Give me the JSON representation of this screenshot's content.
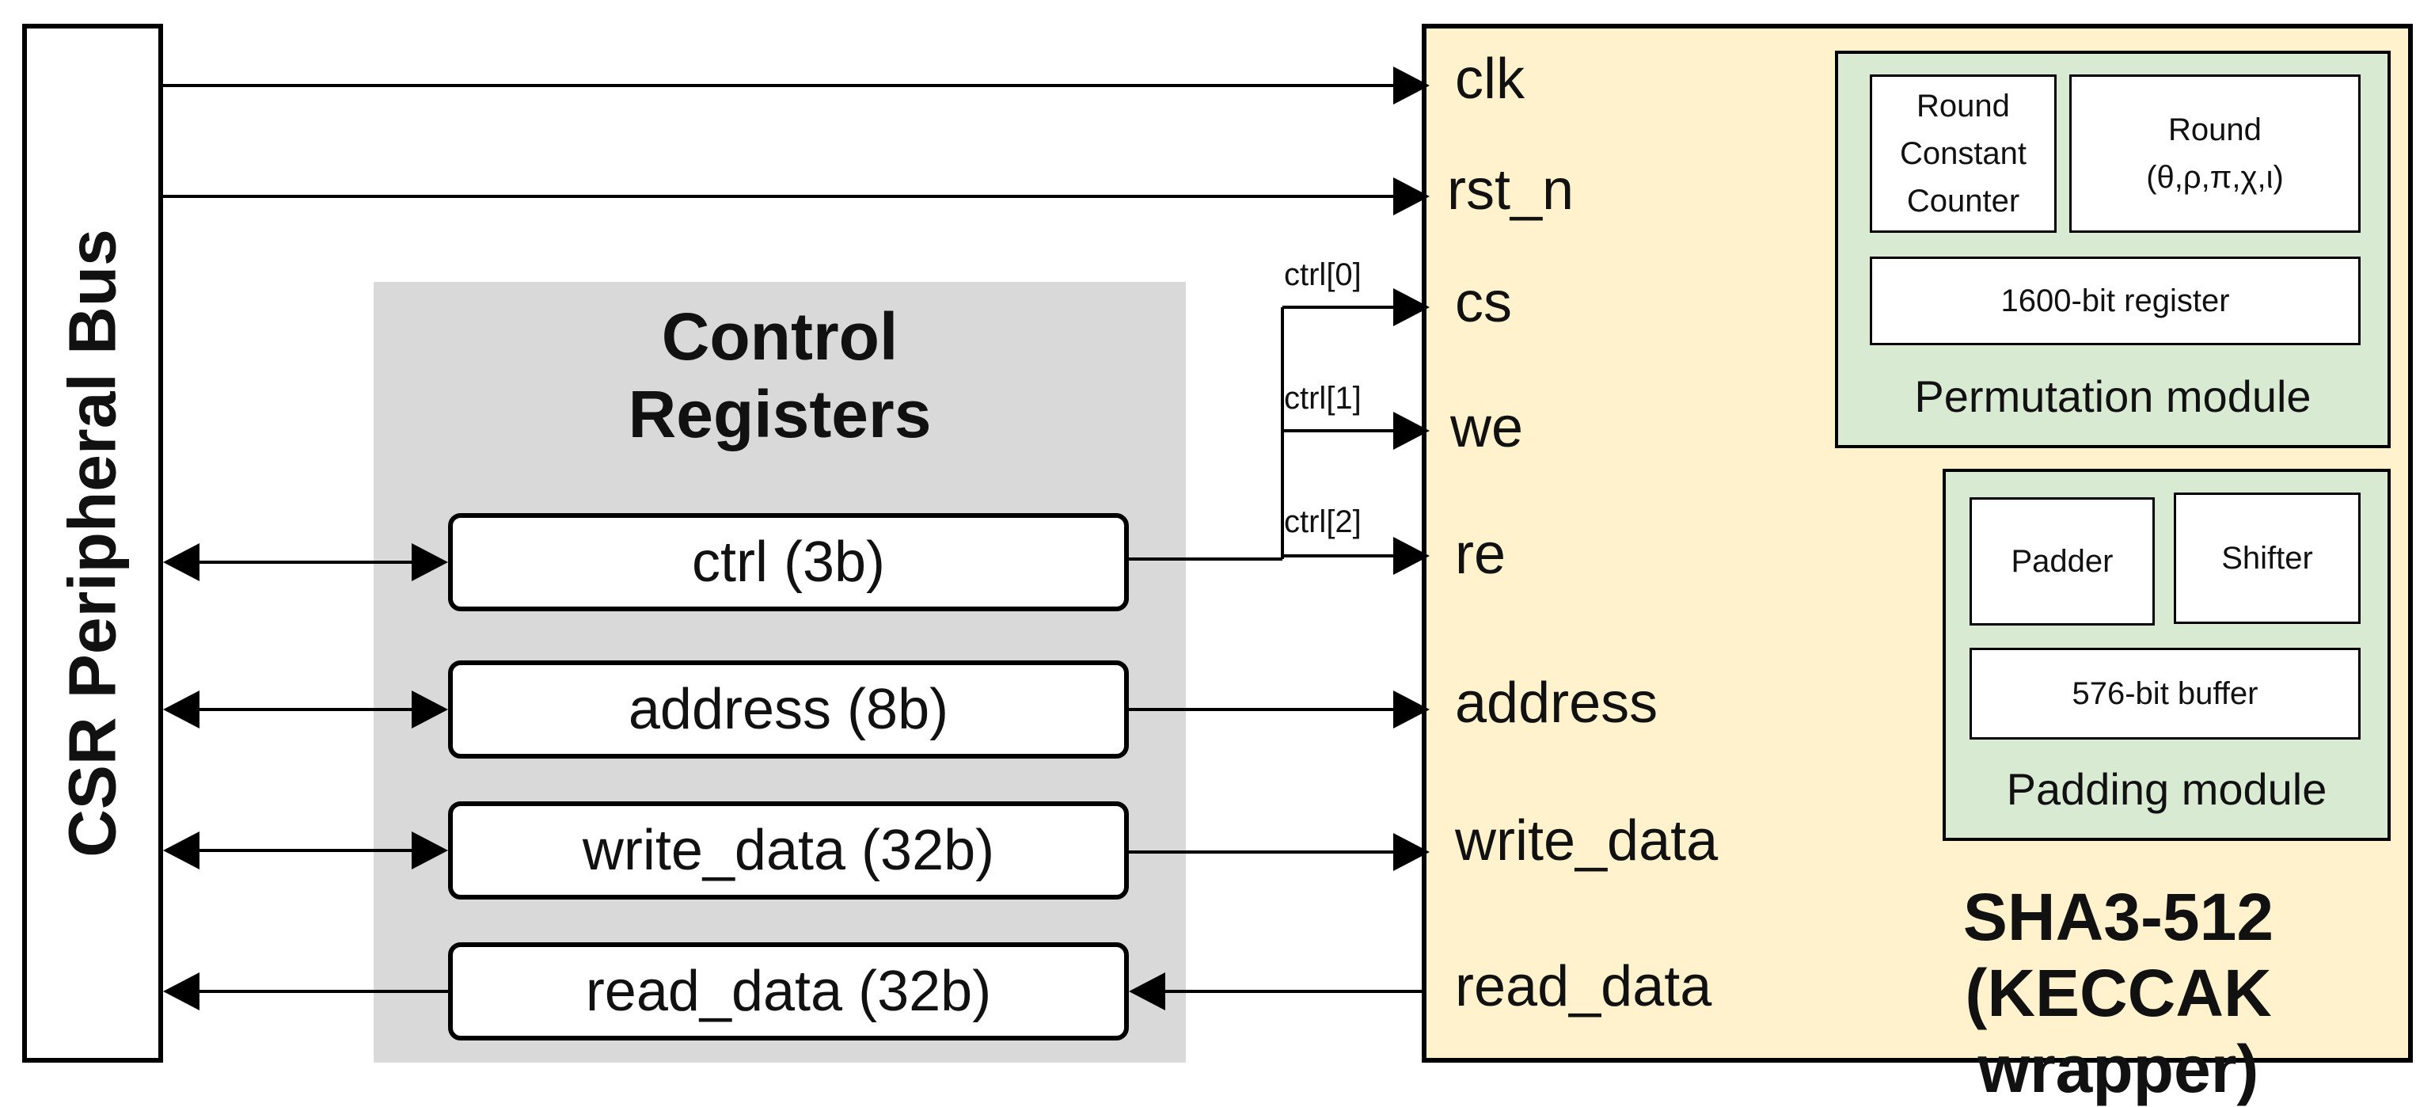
{
  "bus": {
    "label": "CSR Peripheral Bus"
  },
  "control_registers": {
    "title": "Control\nRegisters",
    "registers": [
      {
        "label": "ctrl (3b)"
      },
      {
        "label": "address (8b)"
      },
      {
        "label": "write_data (32b)"
      },
      {
        "label": "read_data (32b)"
      }
    ]
  },
  "ctrl_bits": [
    "ctrl[0]",
    "ctrl[1]",
    "ctrl[2]"
  ],
  "sha": {
    "title": "SHA3-512\n(KECCAK wrapper)",
    "ports": [
      "clk",
      "rst_n",
      "cs",
      "we",
      "re",
      "address",
      "write_data",
      "read_data"
    ],
    "permutation_module": {
      "label": "Permutation module",
      "round_constant_counter": "Round\nConstant\nCounter",
      "round": "Round\n(θ,ρ,π,χ,ι)",
      "register": "1600-bit register"
    },
    "padding_module": {
      "label": "Padding module",
      "padder": "Padder",
      "shifter": "Shifter",
      "buffer": "576-bit buffer"
    }
  }
}
